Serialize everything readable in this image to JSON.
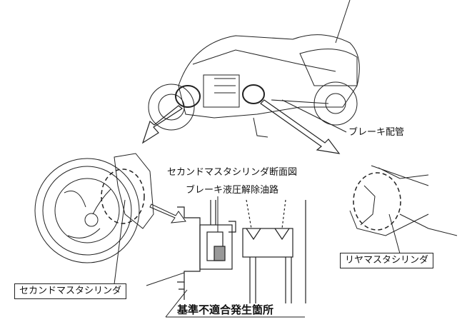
{
  "labels": {
    "brake_pipe": "ブレーキ配管",
    "second_master_cylinder_section": "セカンドマスタシリンダ断面図",
    "brake_pressure_release_passage": "ブレーキ液圧解除油路",
    "rear_master_cylinder": "リヤマスタシリンダ",
    "second_master_cylinder": "セカンドマスタシリンダ",
    "nonconformity_location": "基準不適合発生箇所"
  }
}
